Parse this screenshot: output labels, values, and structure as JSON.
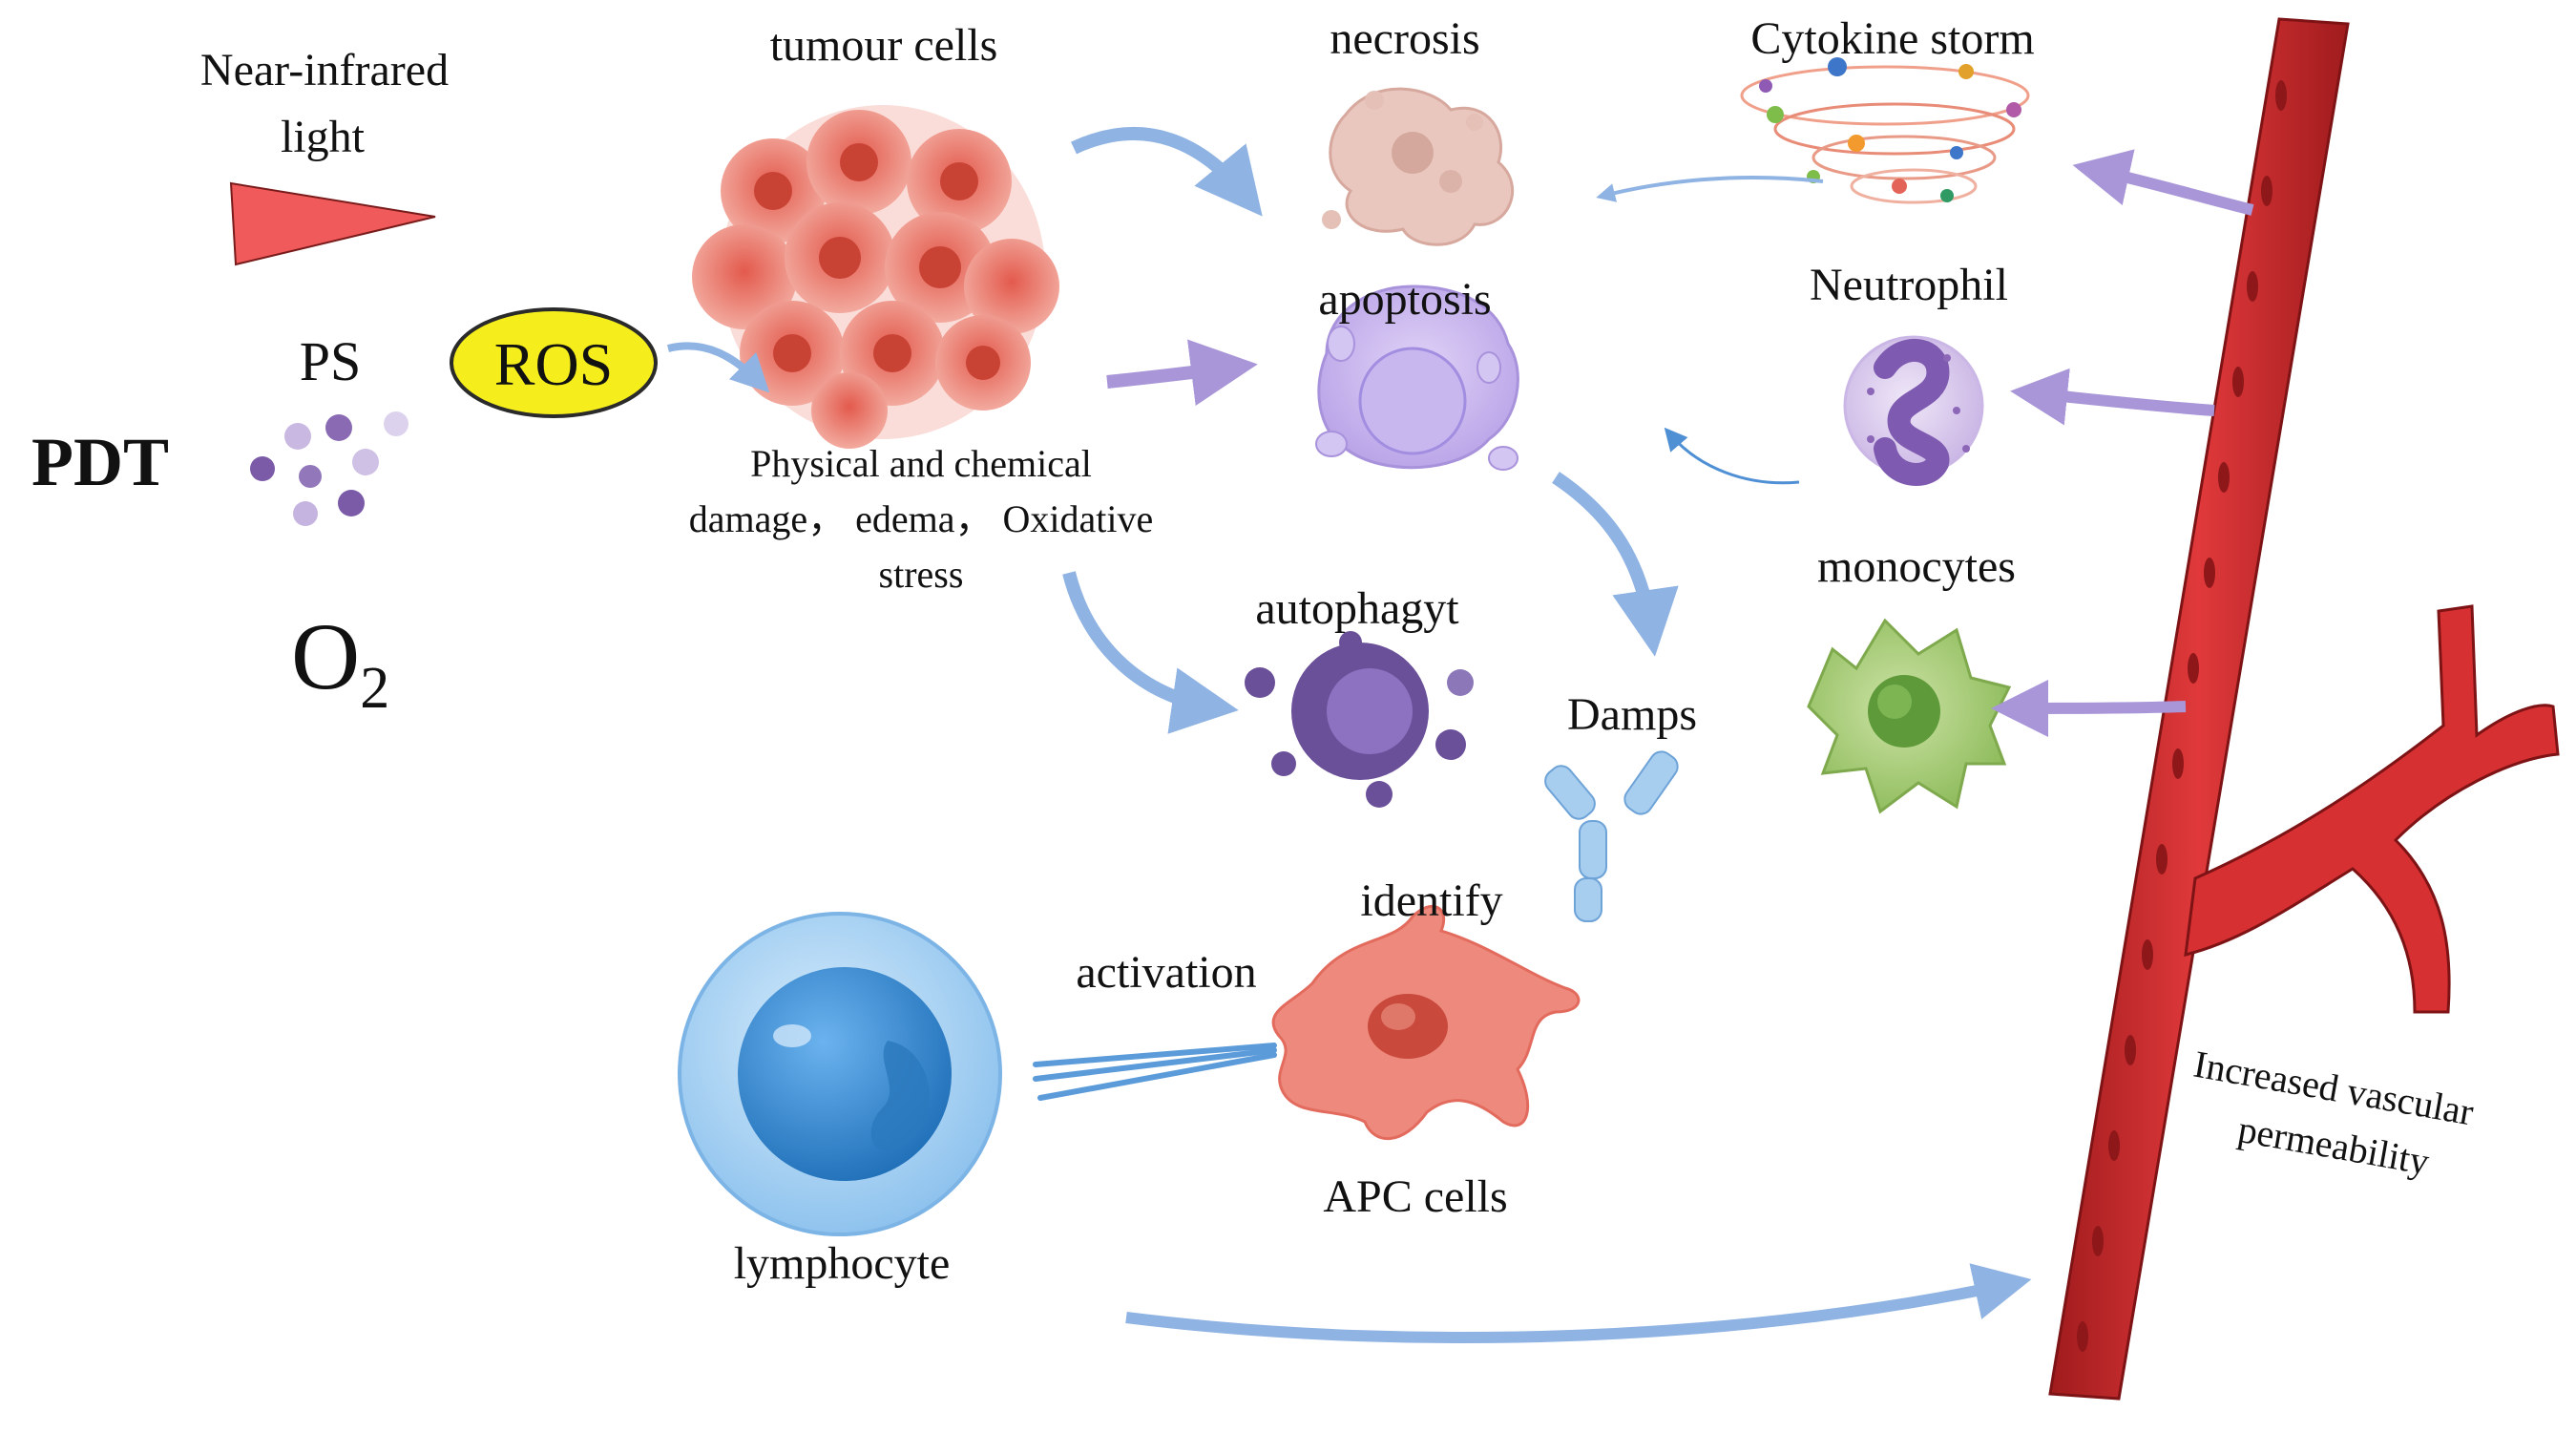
{
  "labels": {
    "near_infrared": "Near-infrared",
    "light": "light",
    "ps": "PS",
    "pdt": "PDT",
    "o2_main": "O",
    "o2_sub": "2",
    "ros": "ROS",
    "tumour_cells": "tumour cells",
    "damage_line1": "Physical and chemical",
    "damage_line2": "damage， edema， Oxidative",
    "damage_line3": "stress",
    "necrosis": "necrosis",
    "apoptosis": "apoptosis",
    "autophagyt": "autophagyt",
    "cytokine_storm": "Cytokine storm",
    "neutrophil": "Neutrophil",
    "monocytes": "monocytes",
    "damps": "Damps",
    "identify": "identify",
    "activation": "activation",
    "apc_cells": "APC cells",
    "lymphocyte": "lymphocyte",
    "vascular_line1": "Increased vascular",
    "vascular_line2": "permeability"
  },
  "colors": {
    "laser": "#f05a5a",
    "ros_fill": "#f5ee1c",
    "ps_dot": "#8a6bb3",
    "tumour": "#e77a6d",
    "necrosis": "#d9a79b",
    "apoptosis": "#c9b6ee",
    "autophagy": "#6a4f99",
    "neutrophil": "#b9a1d6",
    "monocyte": "#9cc36c",
    "apc": "#ee8a7d",
    "lymphocyte": "#3d8fd6",
    "damps": "#a7cdef",
    "vessel": "#c8282a",
    "arrow_blue": "#8fb3e3",
    "arrow_purple": "#a996d8"
  }
}
